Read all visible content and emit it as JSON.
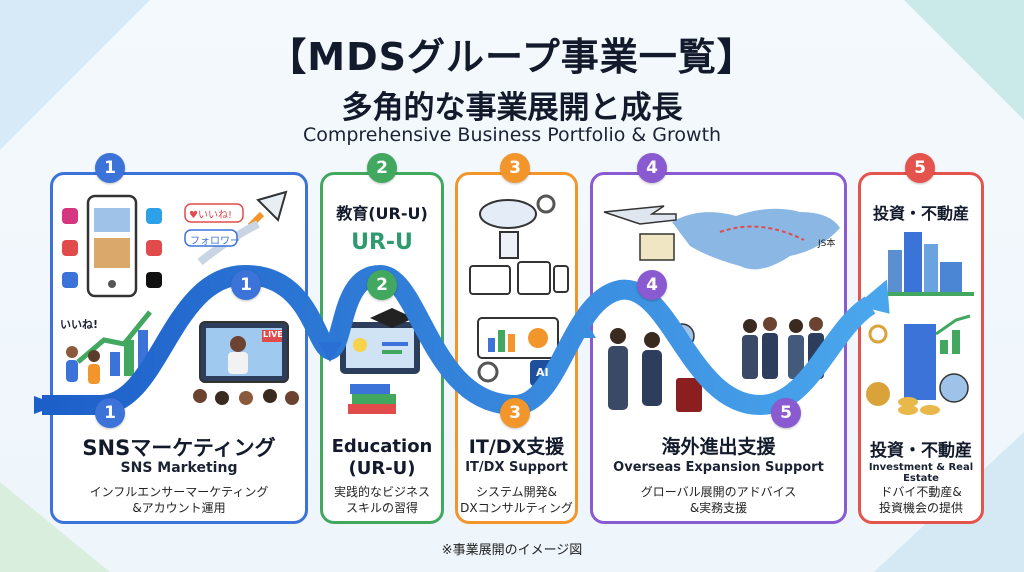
{
  "header": {
    "title": "【MDSグループ事業一覧】",
    "subtitle": "多角的な事業展開と成長",
    "subtitle_en": "Comprehensive Business Portfolio & Growth"
  },
  "colors": {
    "blue": "#3b73d8",
    "green": "#42a85f",
    "orange": "#f2962c",
    "purple": "#8a5ad1",
    "red": "#e4544d"
  },
  "sections": [
    {
      "number": "1",
      "title": "SNSマーケティング",
      "title_en": "SNS Marketing",
      "desc_line1": "インフルエンサーマーケティング",
      "desc_line2": "&アカウント運用",
      "illus_like": "いいね!",
      "illus_bubble1": "♥いいね!",
      "illus_bubble2": "フォロワー",
      "illus_live": "LIVE"
    },
    {
      "number": "2",
      "heading": "教育(UR-U)",
      "logo": "UR-U",
      "title": "Education",
      "title2": "(UR-U)",
      "desc_line1": "実践的なビジネス",
      "desc_line2": "スキルの習得"
    },
    {
      "number": "3",
      "title": "IT/DX支援",
      "title_en": "IT/DX Support",
      "desc_line1": "システム開発&",
      "desc_line2": "DXコンサルティング",
      "illus_ai": "AI"
    },
    {
      "number": "4",
      "title": "海外進出支援",
      "title_en": "Overseas Expansion Support",
      "desc_line1": "グローバル展開のアドバイス",
      "desc_line2": "&実務支援",
      "illus_map": "JS本"
    },
    {
      "number": "5",
      "heading": "投資・不動産",
      "title": "投資・不動産",
      "title_en": "Investment & Real Estate",
      "desc_line1": "ドバイ不動産&",
      "desc_line2": "投資機会の提供"
    }
  ],
  "footnote": "※事業展開のイメージ図"
}
